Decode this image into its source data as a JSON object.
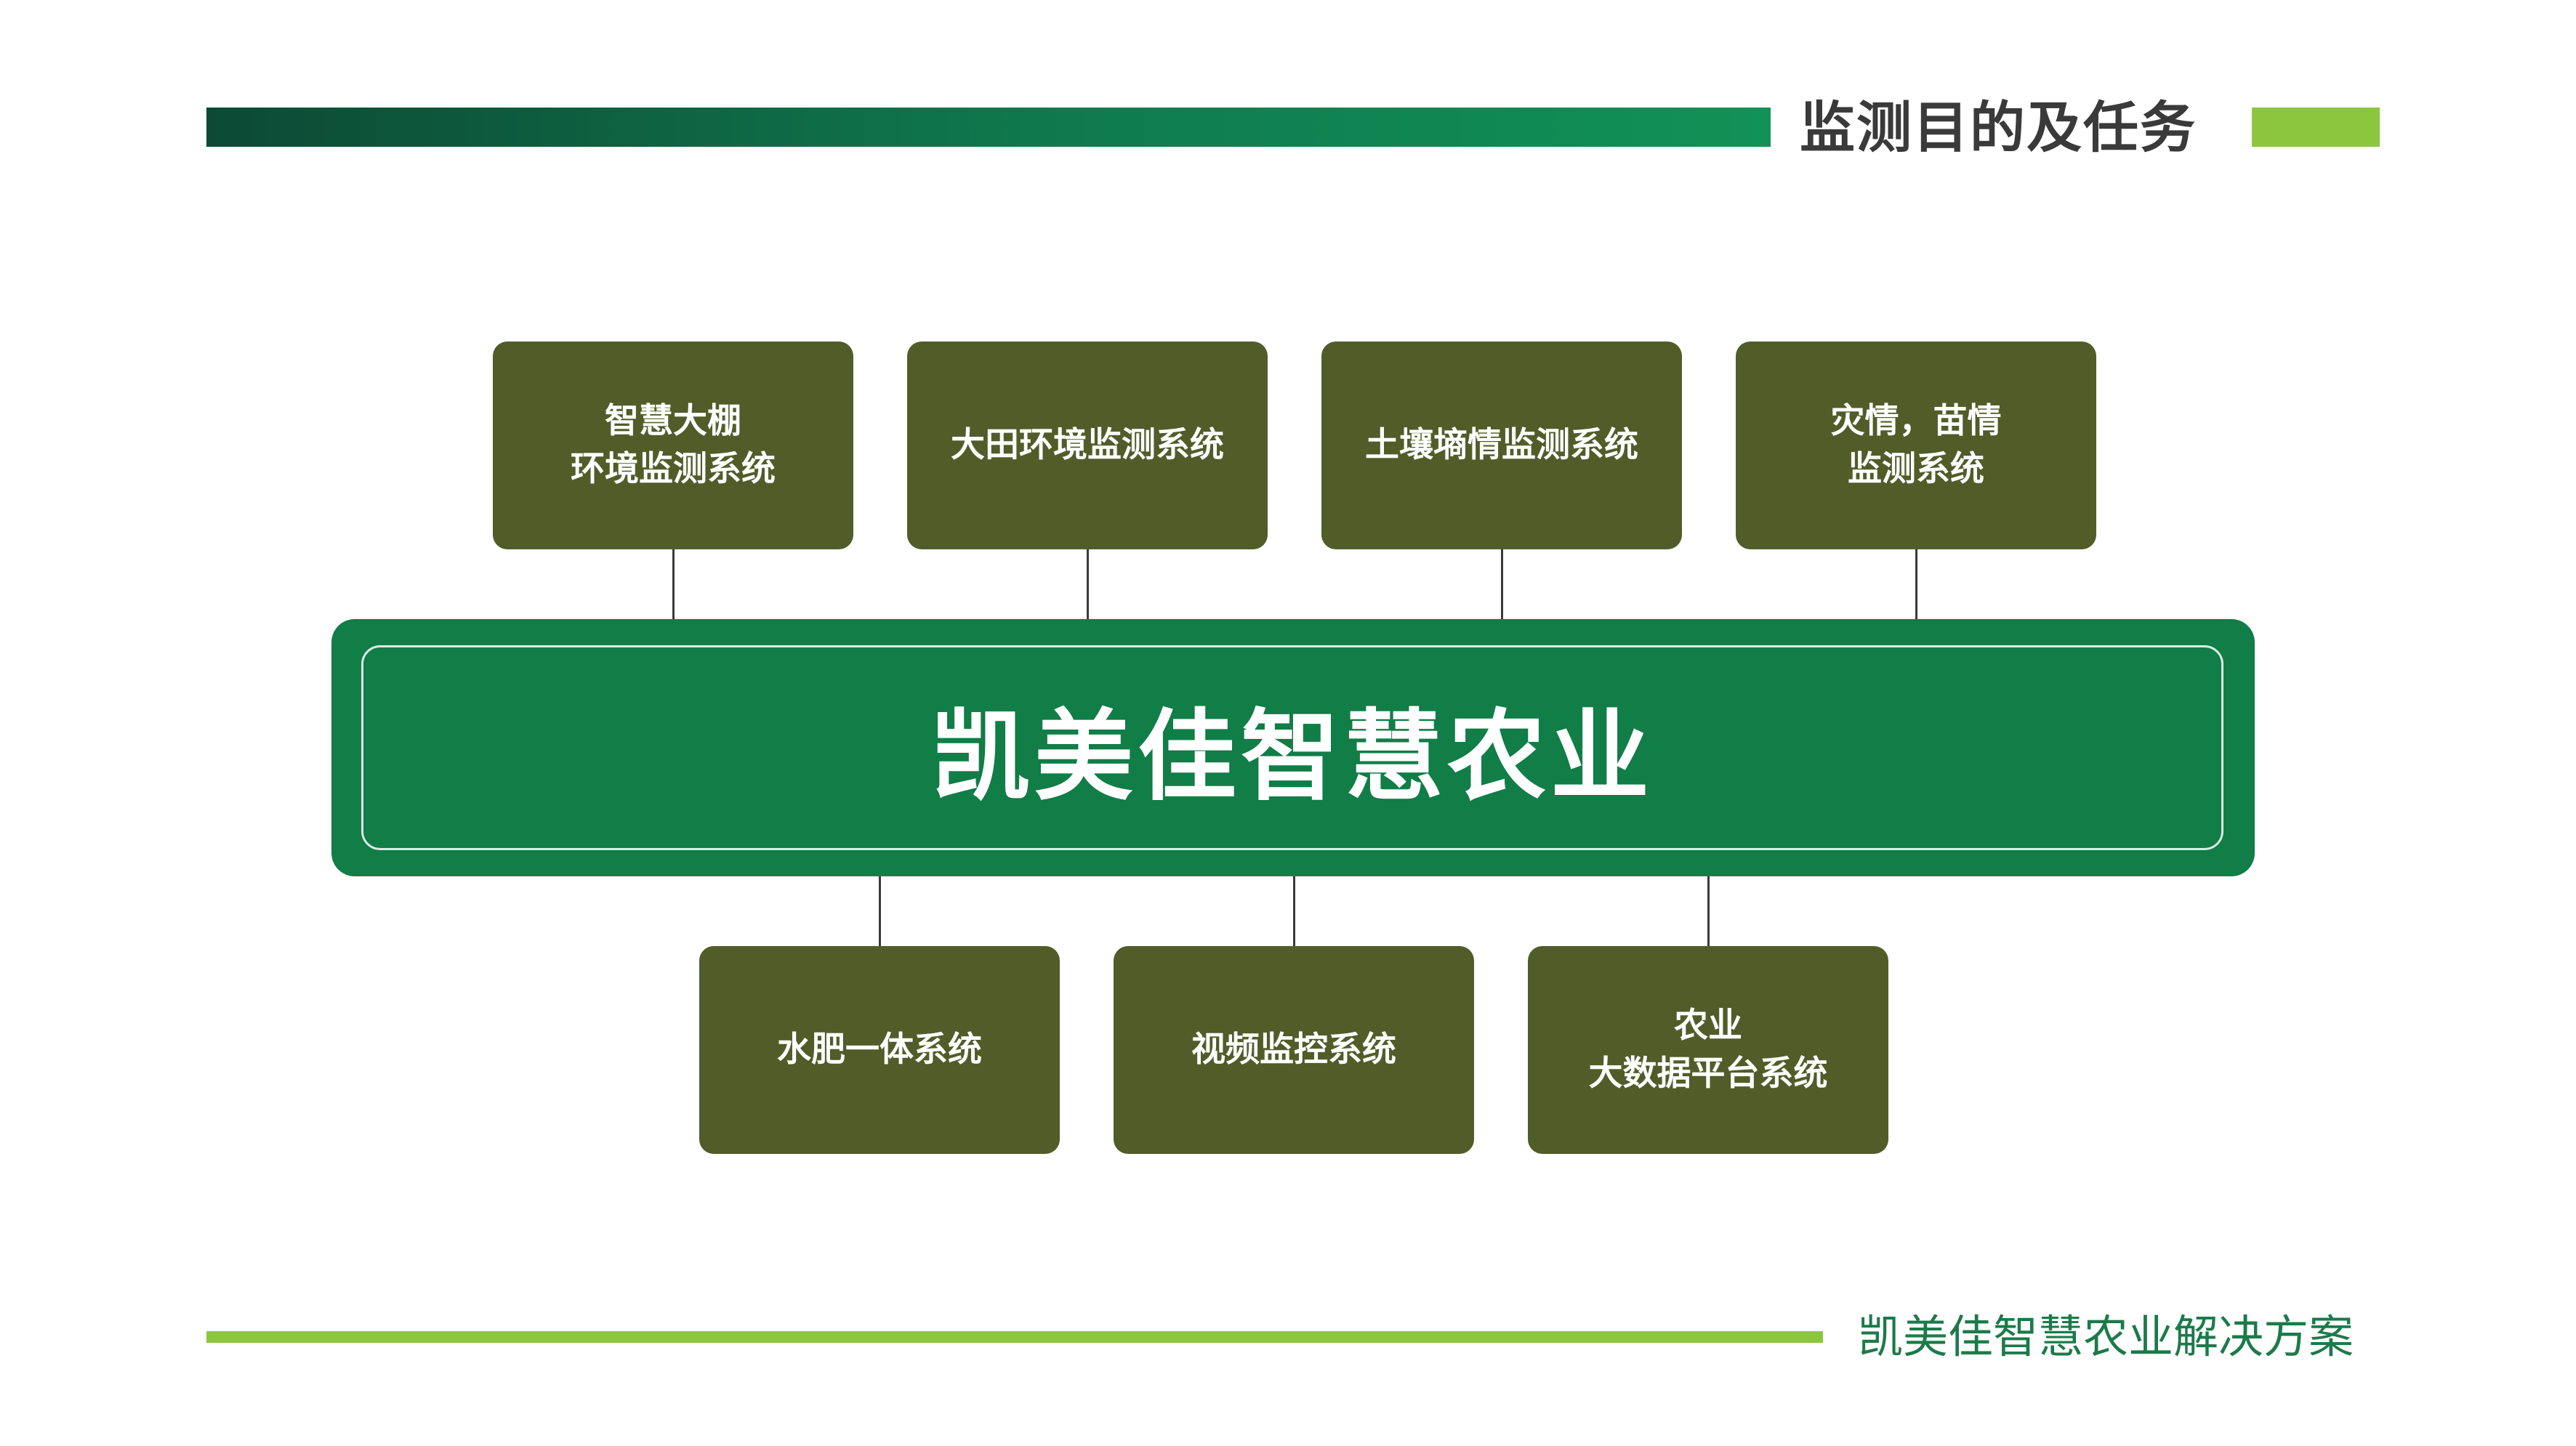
{
  "header": {
    "title": "监测目的及任务"
  },
  "center": {
    "title": "凯美佳智慧农业"
  },
  "top_nodes": [
    {
      "lines": [
        "智慧大棚",
        "环境监测系统"
      ]
    },
    {
      "lines": [
        "大田环境监测系统"
      ]
    },
    {
      "lines": [
        "土壤墒情监测系统"
      ]
    },
    {
      "lines": [
        "灾情，苗情",
        "监测系统"
      ]
    }
  ],
  "bottom_nodes": [
    {
      "lines": [
        "水肥一体系统"
      ]
    },
    {
      "lines": [
        "视频监控系统"
      ]
    },
    {
      "lines": [
        "农业",
        "大数据平台系统"
      ]
    }
  ],
  "footer": {
    "text": "凯美佳智慧农业解决方案"
  },
  "colors": {
    "node_fill": "#515c29",
    "center_fill": "#117d47",
    "accent": "#8cc63f",
    "footer_text": "#1c7a4a"
  }
}
